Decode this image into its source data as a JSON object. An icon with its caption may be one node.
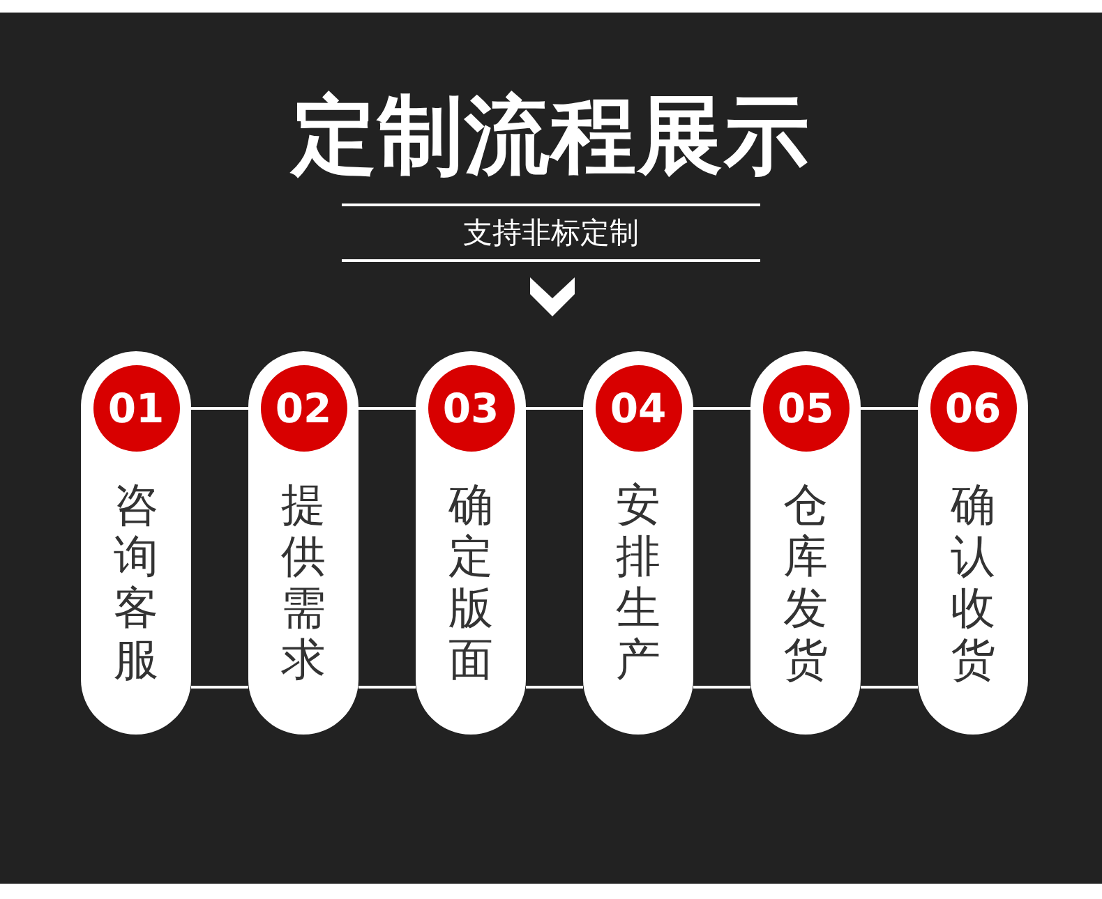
{
  "diagram": {
    "title": "定制流程展示",
    "nodes": [
      {
        "text": [
          "咨询客服"
        ]
      },
      {
        "text": [
          "01"
        ],
        "in": 0
      },
      {
        "text": [
          "提供需求"
        ]
      },
      {
        "text": [
          "02"
        ],
        "in": 2
      },
      {
        "text": [
          "确定版面"
        ]
      },
      {
        "text": [
          "03"
        ],
        "in": 4
      },
      {
        "text": [
          "安排生产"
        ]
      },
      {
        "text": [
          "04"
        ],
        "in": 6
      },
      {
        "text": [
          "仓库发货"
        ]
      },
      {
        "text": [
          "05"
        ],
        "in": 8
      },
      {
        "text": [
          "确认收货"
        ]
      },
      {
        "text": [
          "06"
        ],
        "in": 10
      }
    ],
    "edges": [
      {
        "from": 0,
        "to": 2,
        "arrow": "none"
      },
      {
        "from": 0,
        "to": 2,
        "arrow": "none"
      },
      {
        "from": 2,
        "to": 4,
        "arrow": "none"
      },
      {
        "from": 2,
        "to": 4,
        "arrow": "none"
      },
      {
        "from": 4,
        "to": 6,
        "arrow": "none"
      },
      {
        "from": 4,
        "to": 6,
        "arrow": "none"
      },
      {
        "from": 6,
        "to": 8,
        "arrow": "none"
      },
      {
        "from": 6,
        "to": 8,
        "arrow": "none"
      },
      {
        "from": 8,
        "to": 10,
        "arrow": "none"
      },
      {
        "from": 8,
        "to": 10,
        "arrow": "none"
      }
    ],
    "labels": [
      "支持非标定制"
    ]
  }
}
